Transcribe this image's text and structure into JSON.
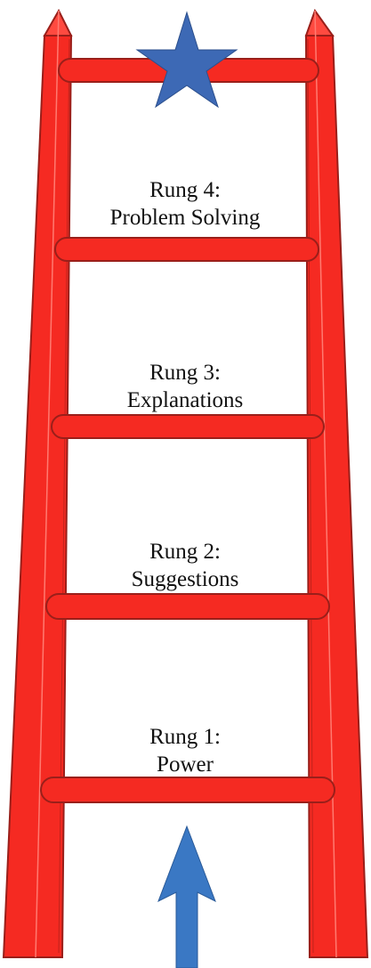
{
  "diagram": {
    "colors": {
      "ladder": "#f52a22",
      "ladder_edge": "#9a1f1a",
      "ladder_highlight": "#ff6a5e",
      "star": "#3d69b5",
      "arrow": "#3a78c4"
    },
    "icons": {
      "top": "star-icon",
      "bottom": "up-arrow-icon"
    },
    "rungs": [
      {
        "title": "Rung 1:",
        "name": "Power"
      },
      {
        "title": "Rung 2:",
        "name": "Suggestions"
      },
      {
        "title": "Rung 3:",
        "name": "Explanations"
      },
      {
        "title": "Rung 4:",
        "name": "Problem Solving"
      }
    ]
  }
}
